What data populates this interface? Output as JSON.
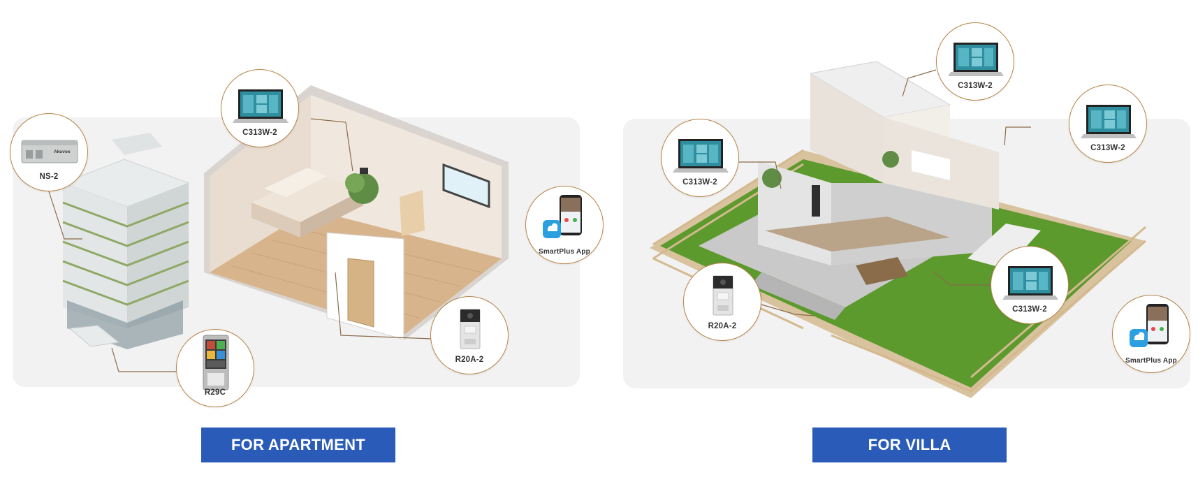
{
  "apartment": {
    "button_label": "FOR APARTMENT",
    "devices": [
      {
        "id": "ns2",
        "label": "NS-2",
        "brand": "Akuvox",
        "icon": "power-supply-icon"
      },
      {
        "id": "c313w2",
        "label": "C313W-2",
        "icon": "indoor-monitor-icon"
      },
      {
        "id": "smartplus",
        "label": "SmartPlus App",
        "icon": "smartphone-app-icon"
      },
      {
        "id": "r20a2",
        "label": "R20A-2",
        "icon": "door-phone-icon"
      },
      {
        "id": "r29c",
        "label": "R29C",
        "icon": "door-phone-icon"
      }
    ]
  },
  "villa": {
    "button_label": "FOR VILLA",
    "devices": [
      {
        "id": "c313w2-top",
        "label": "C313W-2",
        "icon": "indoor-monitor-icon"
      },
      {
        "id": "c313w2-right",
        "label": "C313W-2",
        "icon": "indoor-monitor-icon"
      },
      {
        "id": "c313w2-left",
        "label": "C313W-2",
        "icon": "indoor-monitor-icon"
      },
      {
        "id": "r20a2",
        "label": "R20A-2",
        "icon": "door-phone-icon"
      },
      {
        "id": "c313w2-bottom",
        "label": "C313W-2",
        "icon": "indoor-monitor-icon"
      },
      {
        "id": "smartplus",
        "label": "SmartPlus App",
        "icon": "smartphone-app-icon"
      }
    ]
  },
  "colors": {
    "accent_border": "#b8864a",
    "button_blue": "#2a5bb8",
    "panel_gray": "#f2f2f2"
  }
}
